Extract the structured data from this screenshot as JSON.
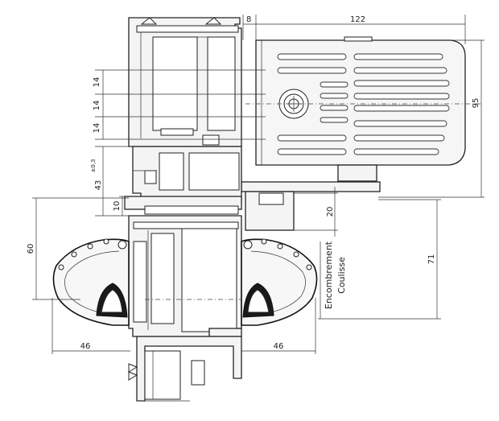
{
  "dimensions": {
    "top_gap": "8",
    "motor_length": "122",
    "motor_height": "95",
    "pitch_1": "14",
    "pitch_2": "14",
    "pitch_3": "14",
    "profile_height": "43",
    "profile_tolerance": "±0,3",
    "base_gap": "10",
    "slide_gap": "20",
    "left_height": "60",
    "right_height": "71",
    "left_offset": "46",
    "right_offset": "46"
  },
  "labels": {
    "encombrement": "Encombrement",
    "coulisse": "Coulisse"
  }
}
